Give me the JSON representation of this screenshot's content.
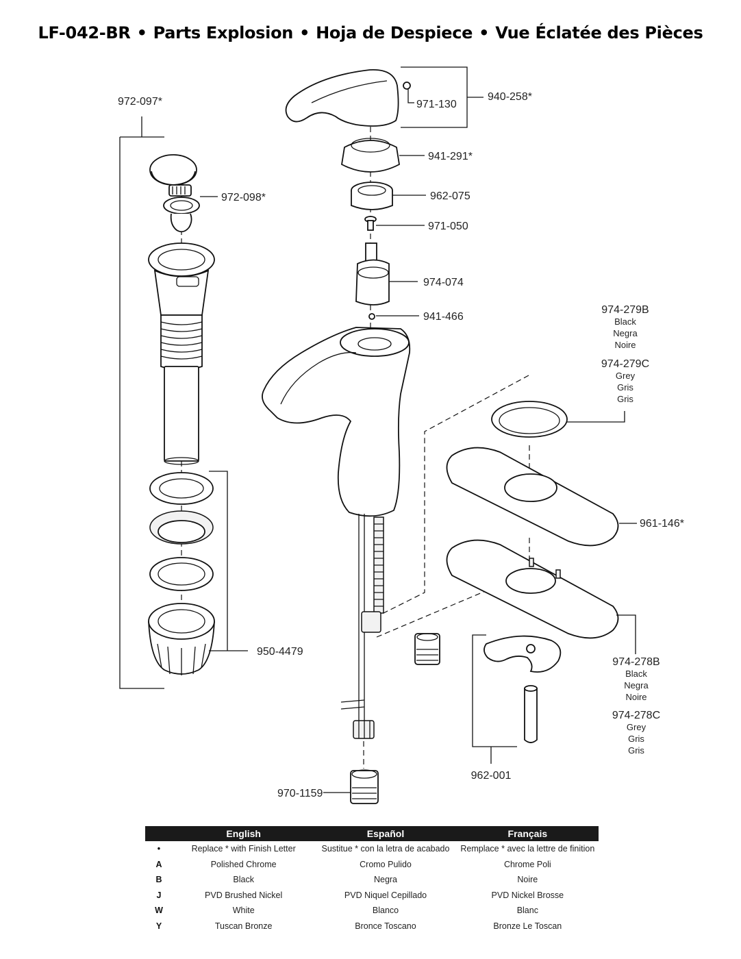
{
  "title": {
    "model": "LF-042-BR",
    "en": "Parts Explosion",
    "es": "Hoja de Despiece",
    "fr": "Vue Éclatée des Pièces",
    "separator": "•"
  },
  "callouts": {
    "p972_097": "972-097*",
    "p972_098": "972-098*",
    "p950_4479": "950-4479",
    "p971_130": "971-130",
    "p940_258": "940-258*",
    "p941_291": "941-291*",
    "p962_075": "962-075",
    "p971_050": "971-050",
    "p974_074": "974-074",
    "p941_466": "941-466",
    "p974_279B": "974-279B",
    "p974_279C": "974-279C",
    "p961_146": "961-146*",
    "p974_278B": "974-278B",
    "p974_278C": "974-278C",
    "p962_001": "962-001",
    "p970_1159": "970-1159"
  },
  "color_names": {
    "black": [
      "Black",
      "Negra",
      "Noire"
    ],
    "grey": [
      "Grey",
      "Gris",
      "Gris"
    ]
  },
  "legend": {
    "headers": [
      "",
      "English",
      "Español",
      "Français"
    ],
    "rows": [
      {
        "code": "•",
        "en": "Replace * with Finish Letter",
        "es": "Sustitue * con la letra de acabado",
        "fr": "Remplace * avec la lettre de finition"
      },
      {
        "code": "A",
        "en": "Polished Chrome",
        "es": "Cromo Pulido",
        "fr": "Chrome Poli"
      },
      {
        "code": "B",
        "en": "Black",
        "es": "Negra",
        "fr": "Noire"
      },
      {
        "code": "J",
        "en": "PVD Brushed Nickel",
        "es": "PVD Niquel Cepillado",
        "fr": "PVD Nickel Brosse"
      },
      {
        "code": "W",
        "en": "White",
        "es": "Blanco",
        "fr": "Blanc"
      },
      {
        "code": "Y",
        "en": "Tuscan Bronze",
        "es": "Bronce Toscano",
        "fr": "Bronze Le Toscan"
      }
    ]
  }
}
